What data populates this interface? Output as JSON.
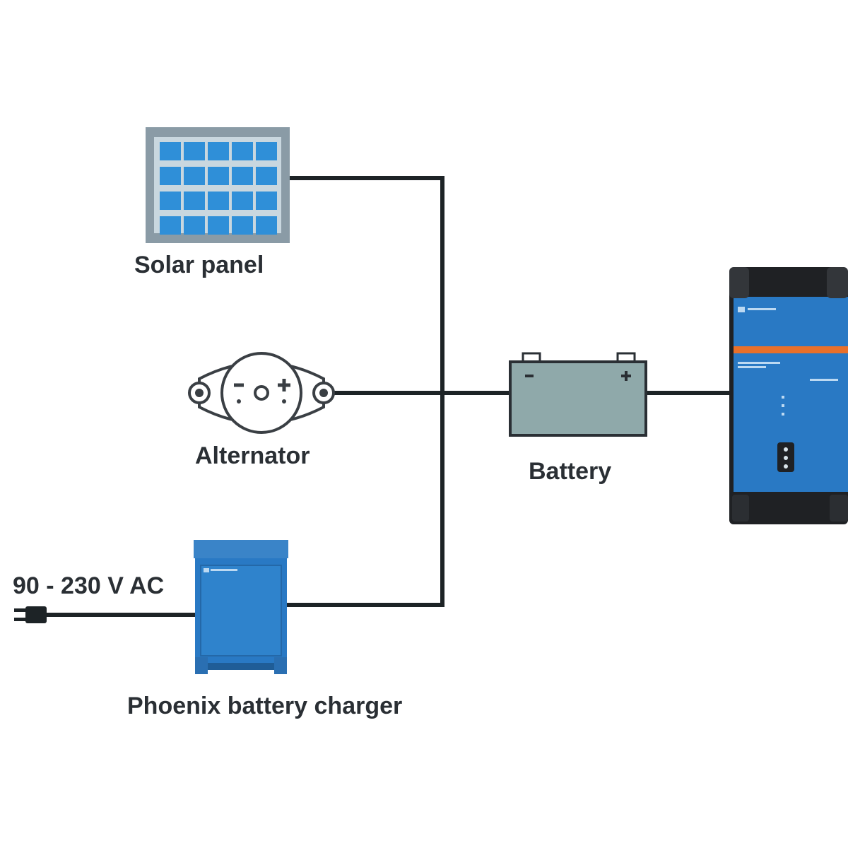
{
  "labels": {
    "solar_panel": "Solar panel",
    "alternator": "Alternator",
    "battery": "Battery",
    "ac_input": "90 - 230 V AC",
    "charger": "Phoenix battery charger"
  },
  "colors": {
    "wire": "#1d2326",
    "panel_frame": "#8a9ba6",
    "panel_cell": "#2f8fd8",
    "battery_body": "#8fa9aa",
    "device_blue": "#2979c4",
    "device_dark": "#1f2124",
    "accent_orange": "#e8702a"
  },
  "icons": {
    "solar": "solar-panel-icon",
    "alternator": "alternator-icon",
    "battery": "battery-icon",
    "charger": "battery-charger-icon",
    "inverter": "inverter-icon",
    "plug": "ac-plug-icon"
  }
}
